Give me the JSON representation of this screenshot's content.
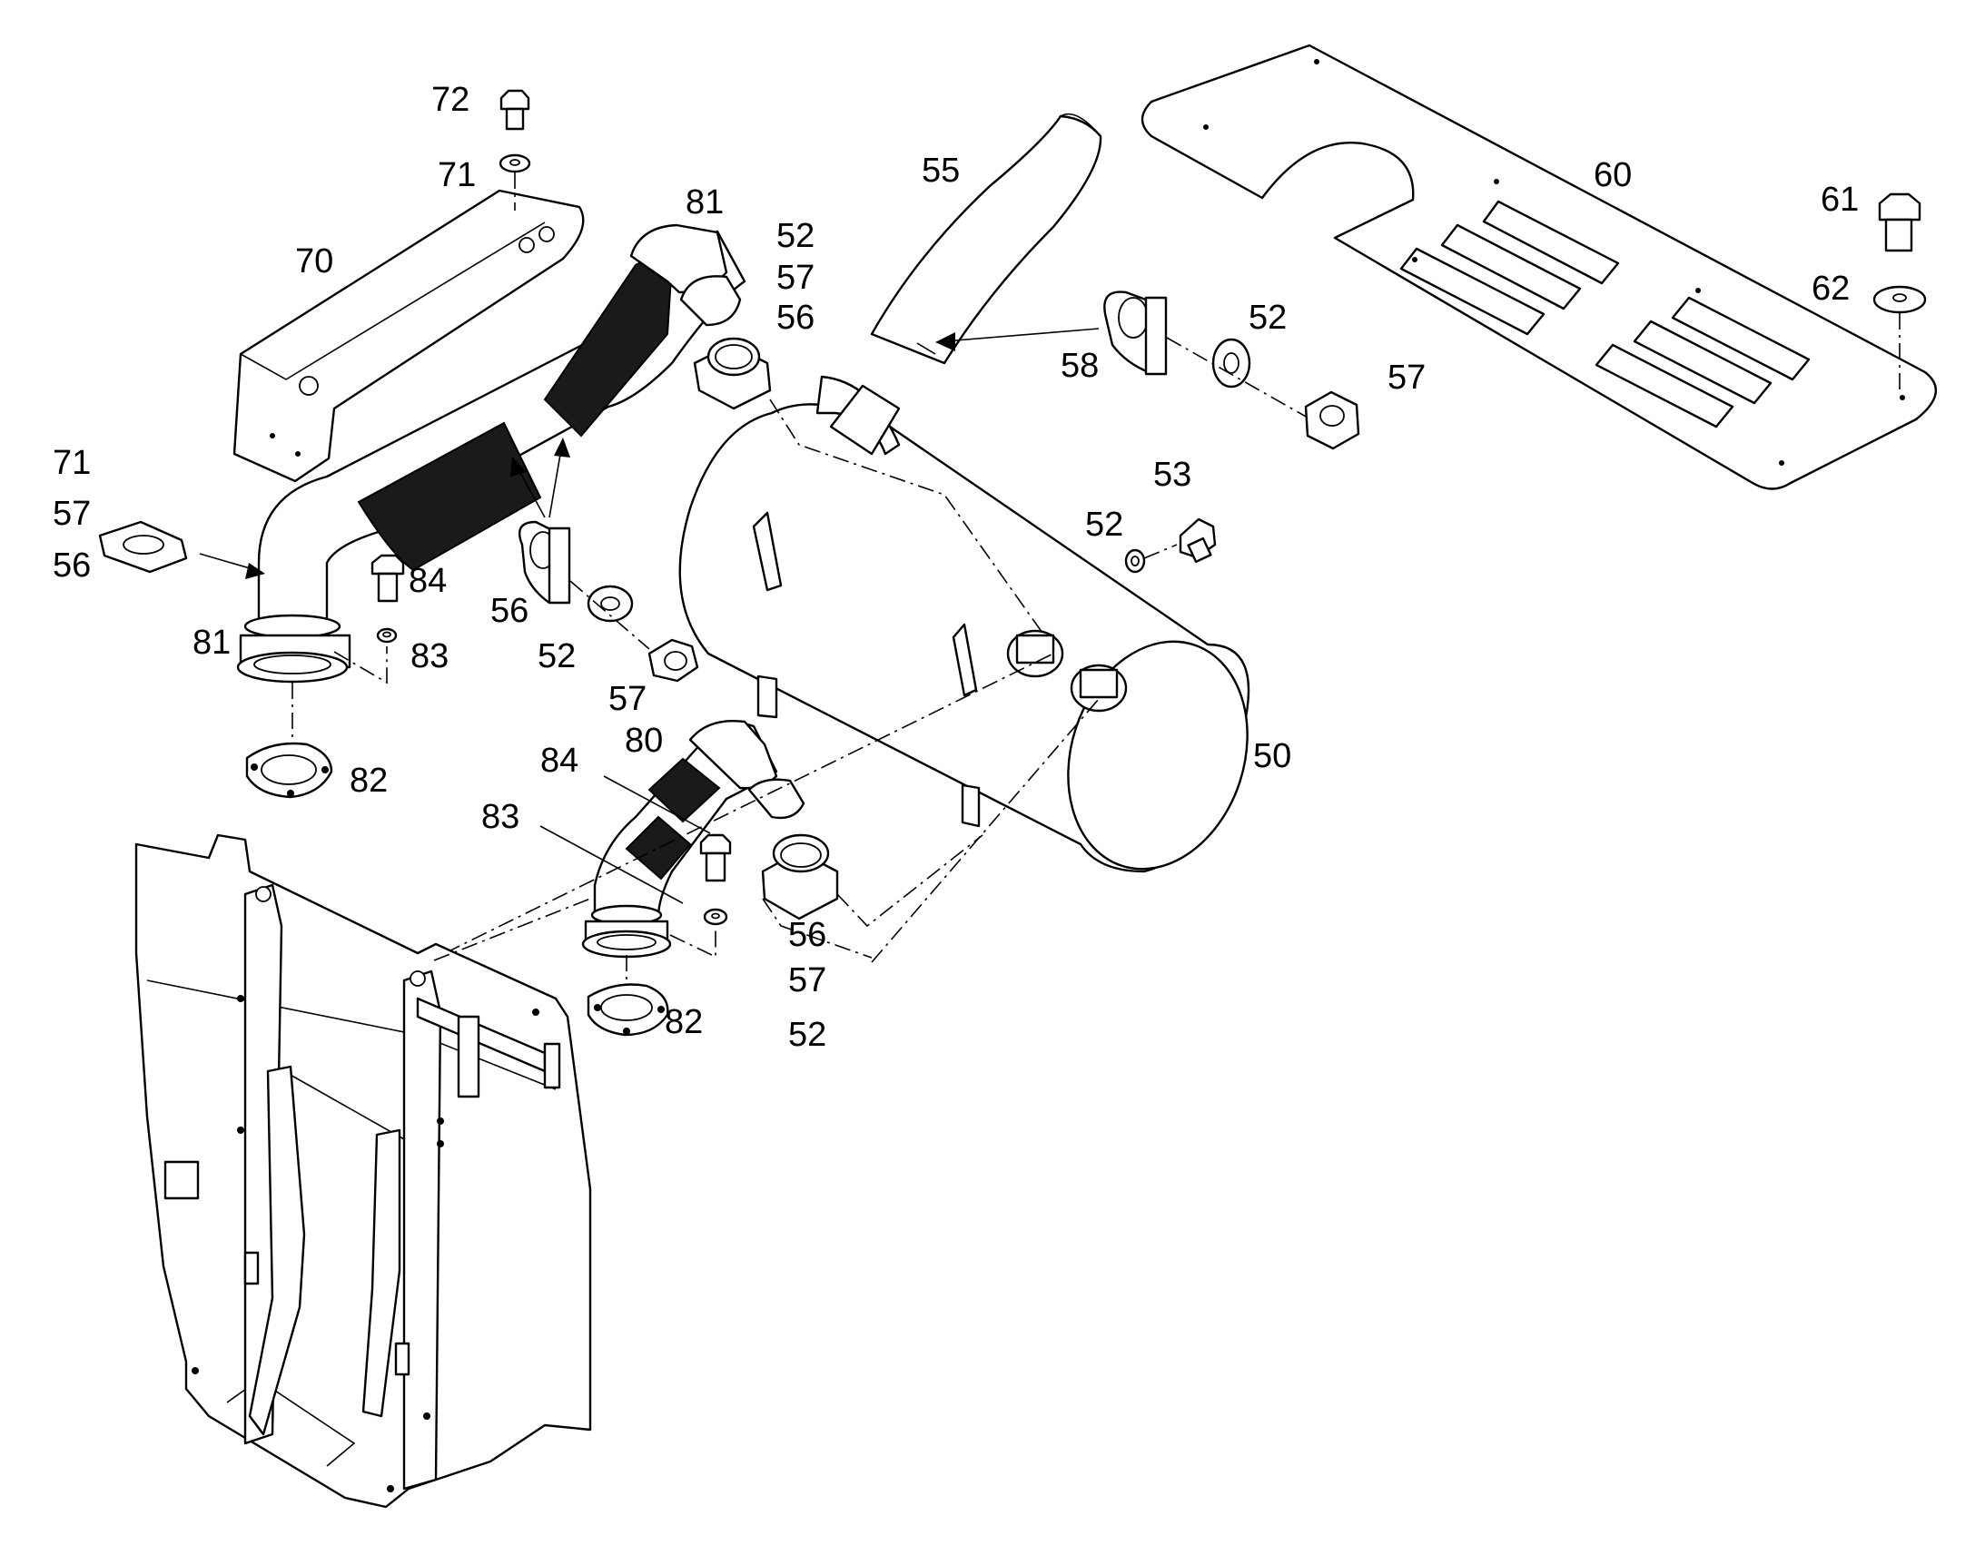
{
  "labels": {
    "l72": "72",
    "l71a": "71",
    "l70": "70",
    "l81a": "81",
    "l52a": "52",
    "l57a": "57",
    "l56a": "56",
    "l55": "55",
    "l60": "60",
    "l61": "61",
    "l62": "62",
    "l58": "58",
    "l52b": "52",
    "l57b": "57",
    "l71b": "71",
    "l57c": "57",
    "l56b": "56",
    "l84a": "84",
    "l81b": "81",
    "l83a": "83",
    "l53": "53",
    "l52c": "52",
    "l56c": "56",
    "l52d": "52",
    "l57d": "57",
    "l82a": "82",
    "l80": "80",
    "l84b": "84",
    "l83b": "83",
    "l50": "50",
    "l56d": "56",
    "l57e": "57",
    "l52e": "52",
    "l82b": "82"
  }
}
